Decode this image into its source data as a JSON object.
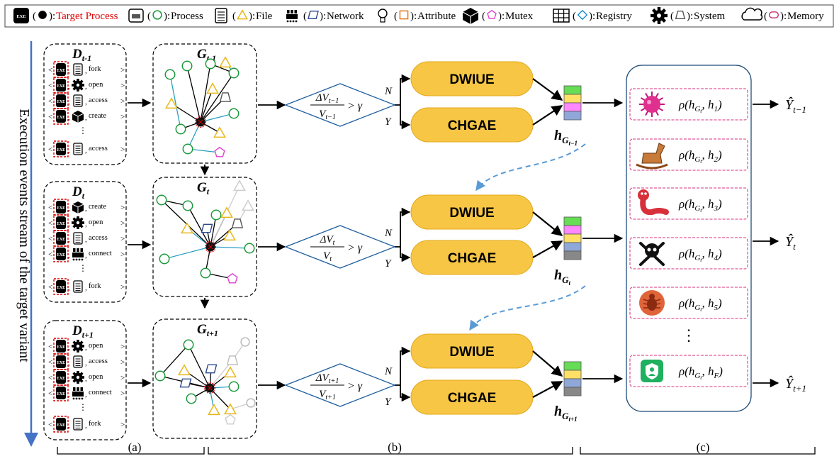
{
  "legend": [
    {
      "label": "Target Process",
      "shape": "circle-filled",
      "color": "#cc0000"
    },
    {
      "label": "Process",
      "shape": "circle",
      "color": "#1a9a3a"
    },
    {
      "label": "File",
      "shape": "triangle",
      "color": "#e7b81a"
    },
    {
      "label": "Network",
      "shape": "parallelogram",
      "color": "#2a4a8a"
    },
    {
      "label": "Attribute",
      "shape": "rect",
      "color": "#e07a20"
    },
    {
      "label": "Mutex",
      "shape": "pentagon",
      "color": "#e040d0"
    },
    {
      "label": "Registry",
      "shape": "diamond",
      "color": "#1a8ad0"
    },
    {
      "label": "System",
      "shape": "trapezoid",
      "color": "#555555"
    },
    {
      "label": "Memory",
      "shape": "cylinder",
      "color": "#c0306a"
    }
  ],
  "axis_label": "Execution events stream of the target variant",
  "rows": [
    {
      "d_main": "D",
      "d_sub": "t-1",
      "g_main": "G",
      "g_sub": "t-1",
      "events": [
        {
          "icon": "exe",
          "label": "fork"
        },
        {
          "icon": "gear",
          "label": "open"
        },
        {
          "icon": "file",
          "label": "access"
        },
        {
          "icon": "cube",
          "label": "create"
        },
        {
          "icon": "file",
          "label": "access"
        }
      ],
      "cond_num": "ΔV",
      "cond_num_sub": "t−1",
      "cond_den": "V",
      "cond_den_sub": "t−1",
      "cond_gt": "> γ",
      "h_main": "h",
      "h_sub1": "G",
      "h_sub2": "t−1"
    },
    {
      "d_main": "D",
      "d_sub": "t",
      "g_main": "G",
      "g_sub": "t",
      "events": [
        {
          "icon": "cube",
          "label": "create"
        },
        {
          "icon": "gear",
          "label": "open"
        },
        {
          "icon": "file",
          "label": "access"
        },
        {
          "icon": "network",
          "label": "connect"
        },
        {
          "icon": "exe",
          "label": "fork"
        }
      ],
      "cond_num": "ΔV",
      "cond_num_sub": "t",
      "cond_den": "V",
      "cond_den_sub": "t",
      "cond_gt": "> γ",
      "h_main": "h",
      "h_sub1": "G",
      "h_sub2": "t"
    },
    {
      "d_main": "D",
      "d_sub": "t+1",
      "g_main": "G",
      "g_sub": "t+1",
      "events": [
        {
          "icon": "gear",
          "label": "open"
        },
        {
          "icon": "file",
          "label": "access"
        },
        {
          "icon": "gear",
          "label": "open"
        },
        {
          "icon": "network",
          "label": "connect"
        },
        {
          "icon": "exe",
          "label": "fork"
        }
      ],
      "cond_num": "ΔV",
      "cond_num_sub": "t+1",
      "cond_den": "V",
      "cond_den_sub": "t+1",
      "cond_gt": "> γ",
      "h_main": "h",
      "h_sub1": "G",
      "h_sub2": "t+1"
    }
  ],
  "branch_no": "N",
  "branch_yes": "Y",
  "module_a": "DWIUE",
  "module_b": "CHGAE",
  "ellipsis": "⋮",
  "heads": [
    {
      "icon": "virus",
      "fn": "ρ(h",
      "g": "G",
      "gs": "t",
      "h": ", h",
      "hs": "1",
      "end": ")"
    },
    {
      "icon": "horse",
      "fn": "ρ(h",
      "g": "G",
      "gs": "t",
      "h": ", h",
      "hs": "2",
      "end": ")"
    },
    {
      "icon": "worm",
      "fn": "ρ(h",
      "g": "G",
      "gs": "t",
      "h": ", h",
      "hs": "3",
      "end": ")"
    },
    {
      "icon": "skull",
      "fn": "ρ(h",
      "g": "G",
      "gs": "t",
      "h": ", h",
      "hs": "4",
      "end": ")"
    },
    {
      "icon": "bug",
      "fn": "ρ(h",
      "g": "G",
      "gs": "t",
      "h": ", h",
      "hs": "5",
      "end": ")"
    },
    {
      "icon": "shield",
      "fn": "ρ(h",
      "g": "G",
      "gs": "t",
      "h": ", h",
      "hs": "F",
      "end": ")"
    }
  ],
  "outputs": [
    {
      "main": "Ŷ",
      "sub": "t−1"
    },
    {
      "main": "Ŷ",
      "sub": "t"
    },
    {
      "main": "Ŷ",
      "sub": "t+1"
    }
  ],
  "section_labels": [
    "(a)",
    "(b)",
    "(c)"
  ],
  "vector_colors": [
    "#66dd55",
    "#ff88ff",
    "#ffe066",
    "#8fa8d8",
    "#888888"
  ]
}
